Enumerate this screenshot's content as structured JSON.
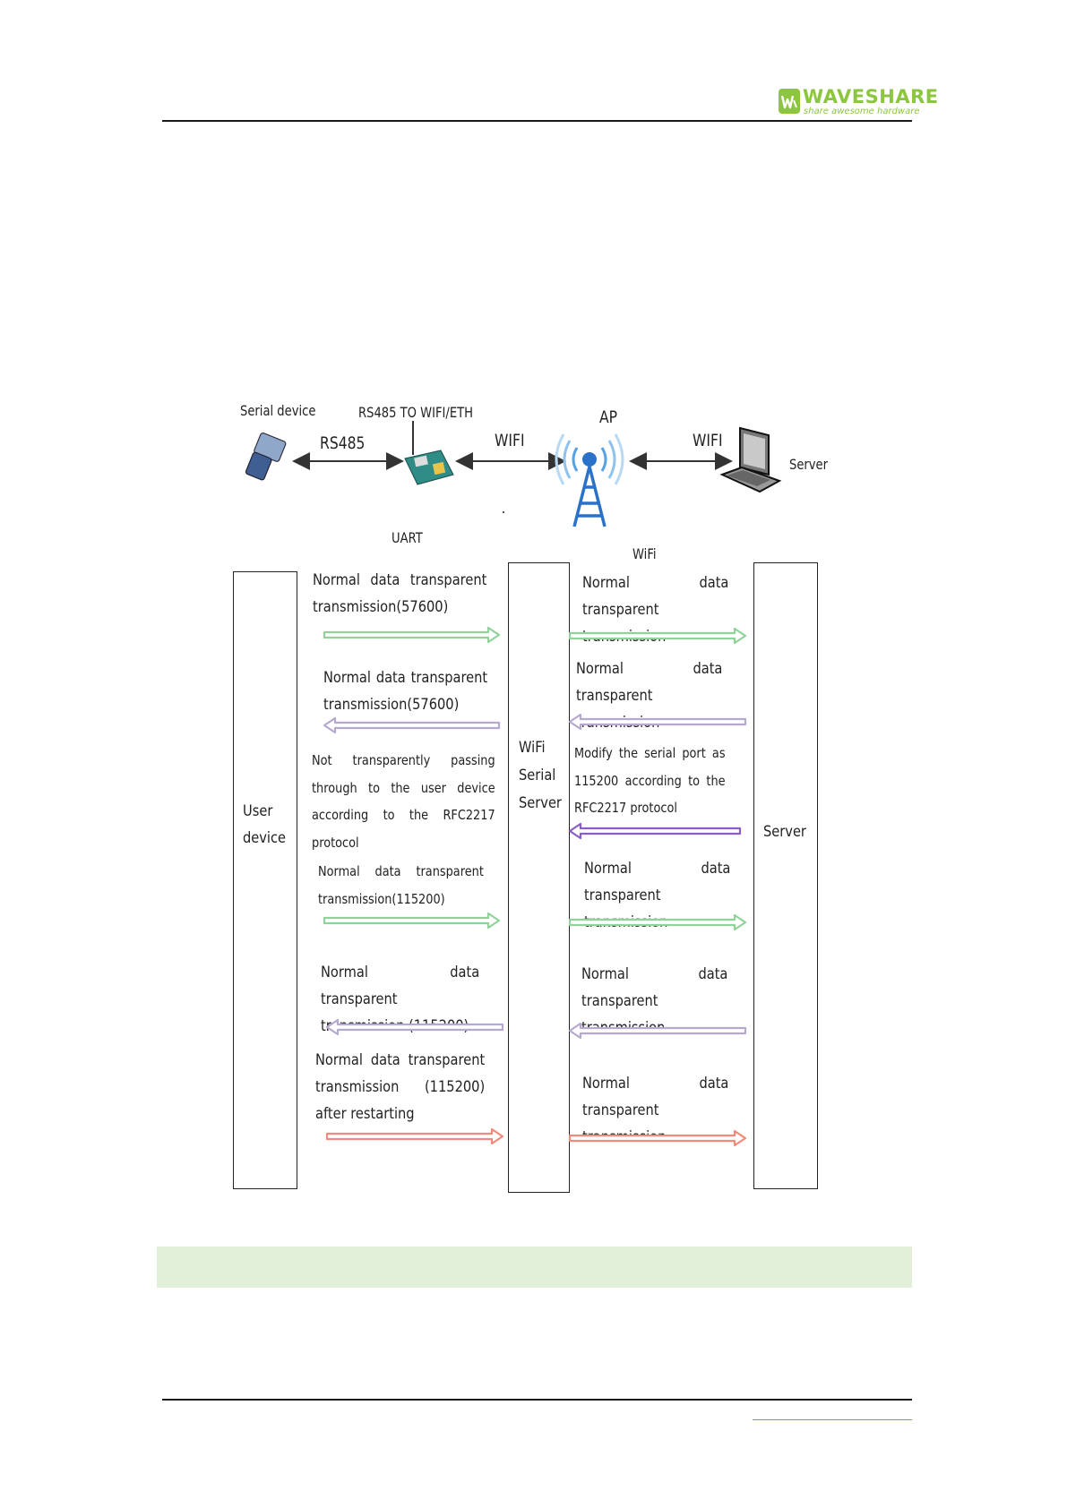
{
  "header": {
    "logo_name": "WAVESHARE",
    "logo_tagline": "share awesome hardware"
  },
  "network_diagram": {
    "serial_device_label": "Serial device",
    "rs485_label": "RS485",
    "module_label": "RS485 TO WIFI/ETH",
    "wifi_left_label": "WIFI",
    "ap_label": "AP",
    "wifi_right_label": "WIFI",
    "server_label": "Server"
  },
  "sequence": {
    "uart_label": "UART",
    "wifi_label": "WiFi",
    "col_user": "User device",
    "col_serial": "WiFi Serial Server",
    "col_server": "Server",
    "left_msgs": [
      "Normal data transparent transmission(57600)",
      "Normal data transparent transmission(57600)",
      "Not transparently passing through to the user device according to the RFC2217 protocol",
      "Normal data transparent transmission(115200)",
      "Normal data transparent transmission (115200)",
      "Normal data transparent transmission (115200) after restarting"
    ],
    "right_msgs": [
      "Normal data transparent transmission",
      "Normal data transparent transmission",
      "Modify the serial port as 115200 according to the RFC2217 protocol",
      "Normal data transparent transmission",
      "Normal data transparent transmission",
      "Normal data transparent transmission"
    ]
  },
  "colors": {
    "green_arrow": "#8fd39a",
    "purple_arrow": "#b5a9cf",
    "violet_arrow": "#8a5cc9",
    "red_arrow": "#f2897d",
    "brand_green": "#8cc63f",
    "band": "#e2efd9"
  }
}
